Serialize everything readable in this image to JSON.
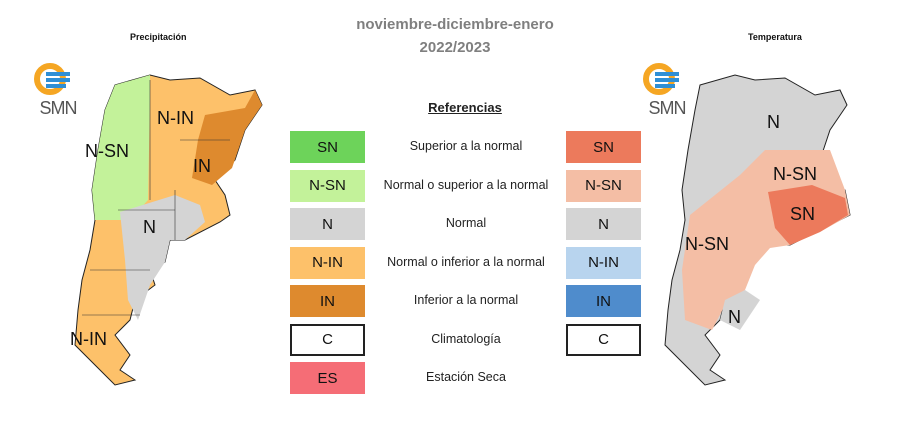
{
  "header": {
    "title_line1": "noviembre-diciembre-enero",
    "title_line2": "2022/2023"
  },
  "precip_map": {
    "title": "Precipitación",
    "logo_text": "SMN",
    "labels": [
      "N-IN",
      "N-SN",
      "IN",
      "N",
      "N-IN"
    ]
  },
  "temp_map": {
    "title": "Temperatura",
    "logo_text": "SMN",
    "labels": [
      "N",
      "N-SN",
      "SN",
      "N-SN",
      "N"
    ]
  },
  "legend": {
    "title": "Referencias",
    "rows": [
      {
        "code": "SN",
        "desc": "Superior a la normal",
        "precip_color": "#6dd35a",
        "temp_code": "SN",
        "temp_color": "#ec7a5c"
      },
      {
        "code": "N-SN",
        "desc": "Normal o superior a la normal",
        "precip_color": "#c3f29a",
        "temp_code": "N-SN",
        "temp_color": "#f4bea5"
      },
      {
        "code": "N",
        "desc": "Normal",
        "precip_color": "#d4d4d4",
        "temp_code": "N",
        "temp_color": "#d4d4d4"
      },
      {
        "code": "N-IN",
        "desc": "Normal o inferior a la normal",
        "precip_color": "#fdc16a",
        "temp_code": "N-IN",
        "temp_color": "#b8d4ee"
      },
      {
        "code": "IN",
        "desc": "Inferior a la normal",
        "precip_color": "#de8a2e",
        "temp_code": "IN",
        "temp_color": "#4f8ccc"
      },
      {
        "code": "C",
        "desc": "Climatología",
        "precip_color": "#ffffff",
        "temp_code": "C",
        "temp_color": "#ffffff"
      },
      {
        "code": "ES",
        "desc": "Estación Seca",
        "precip_color": "#f56d76"
      }
    ]
  }
}
